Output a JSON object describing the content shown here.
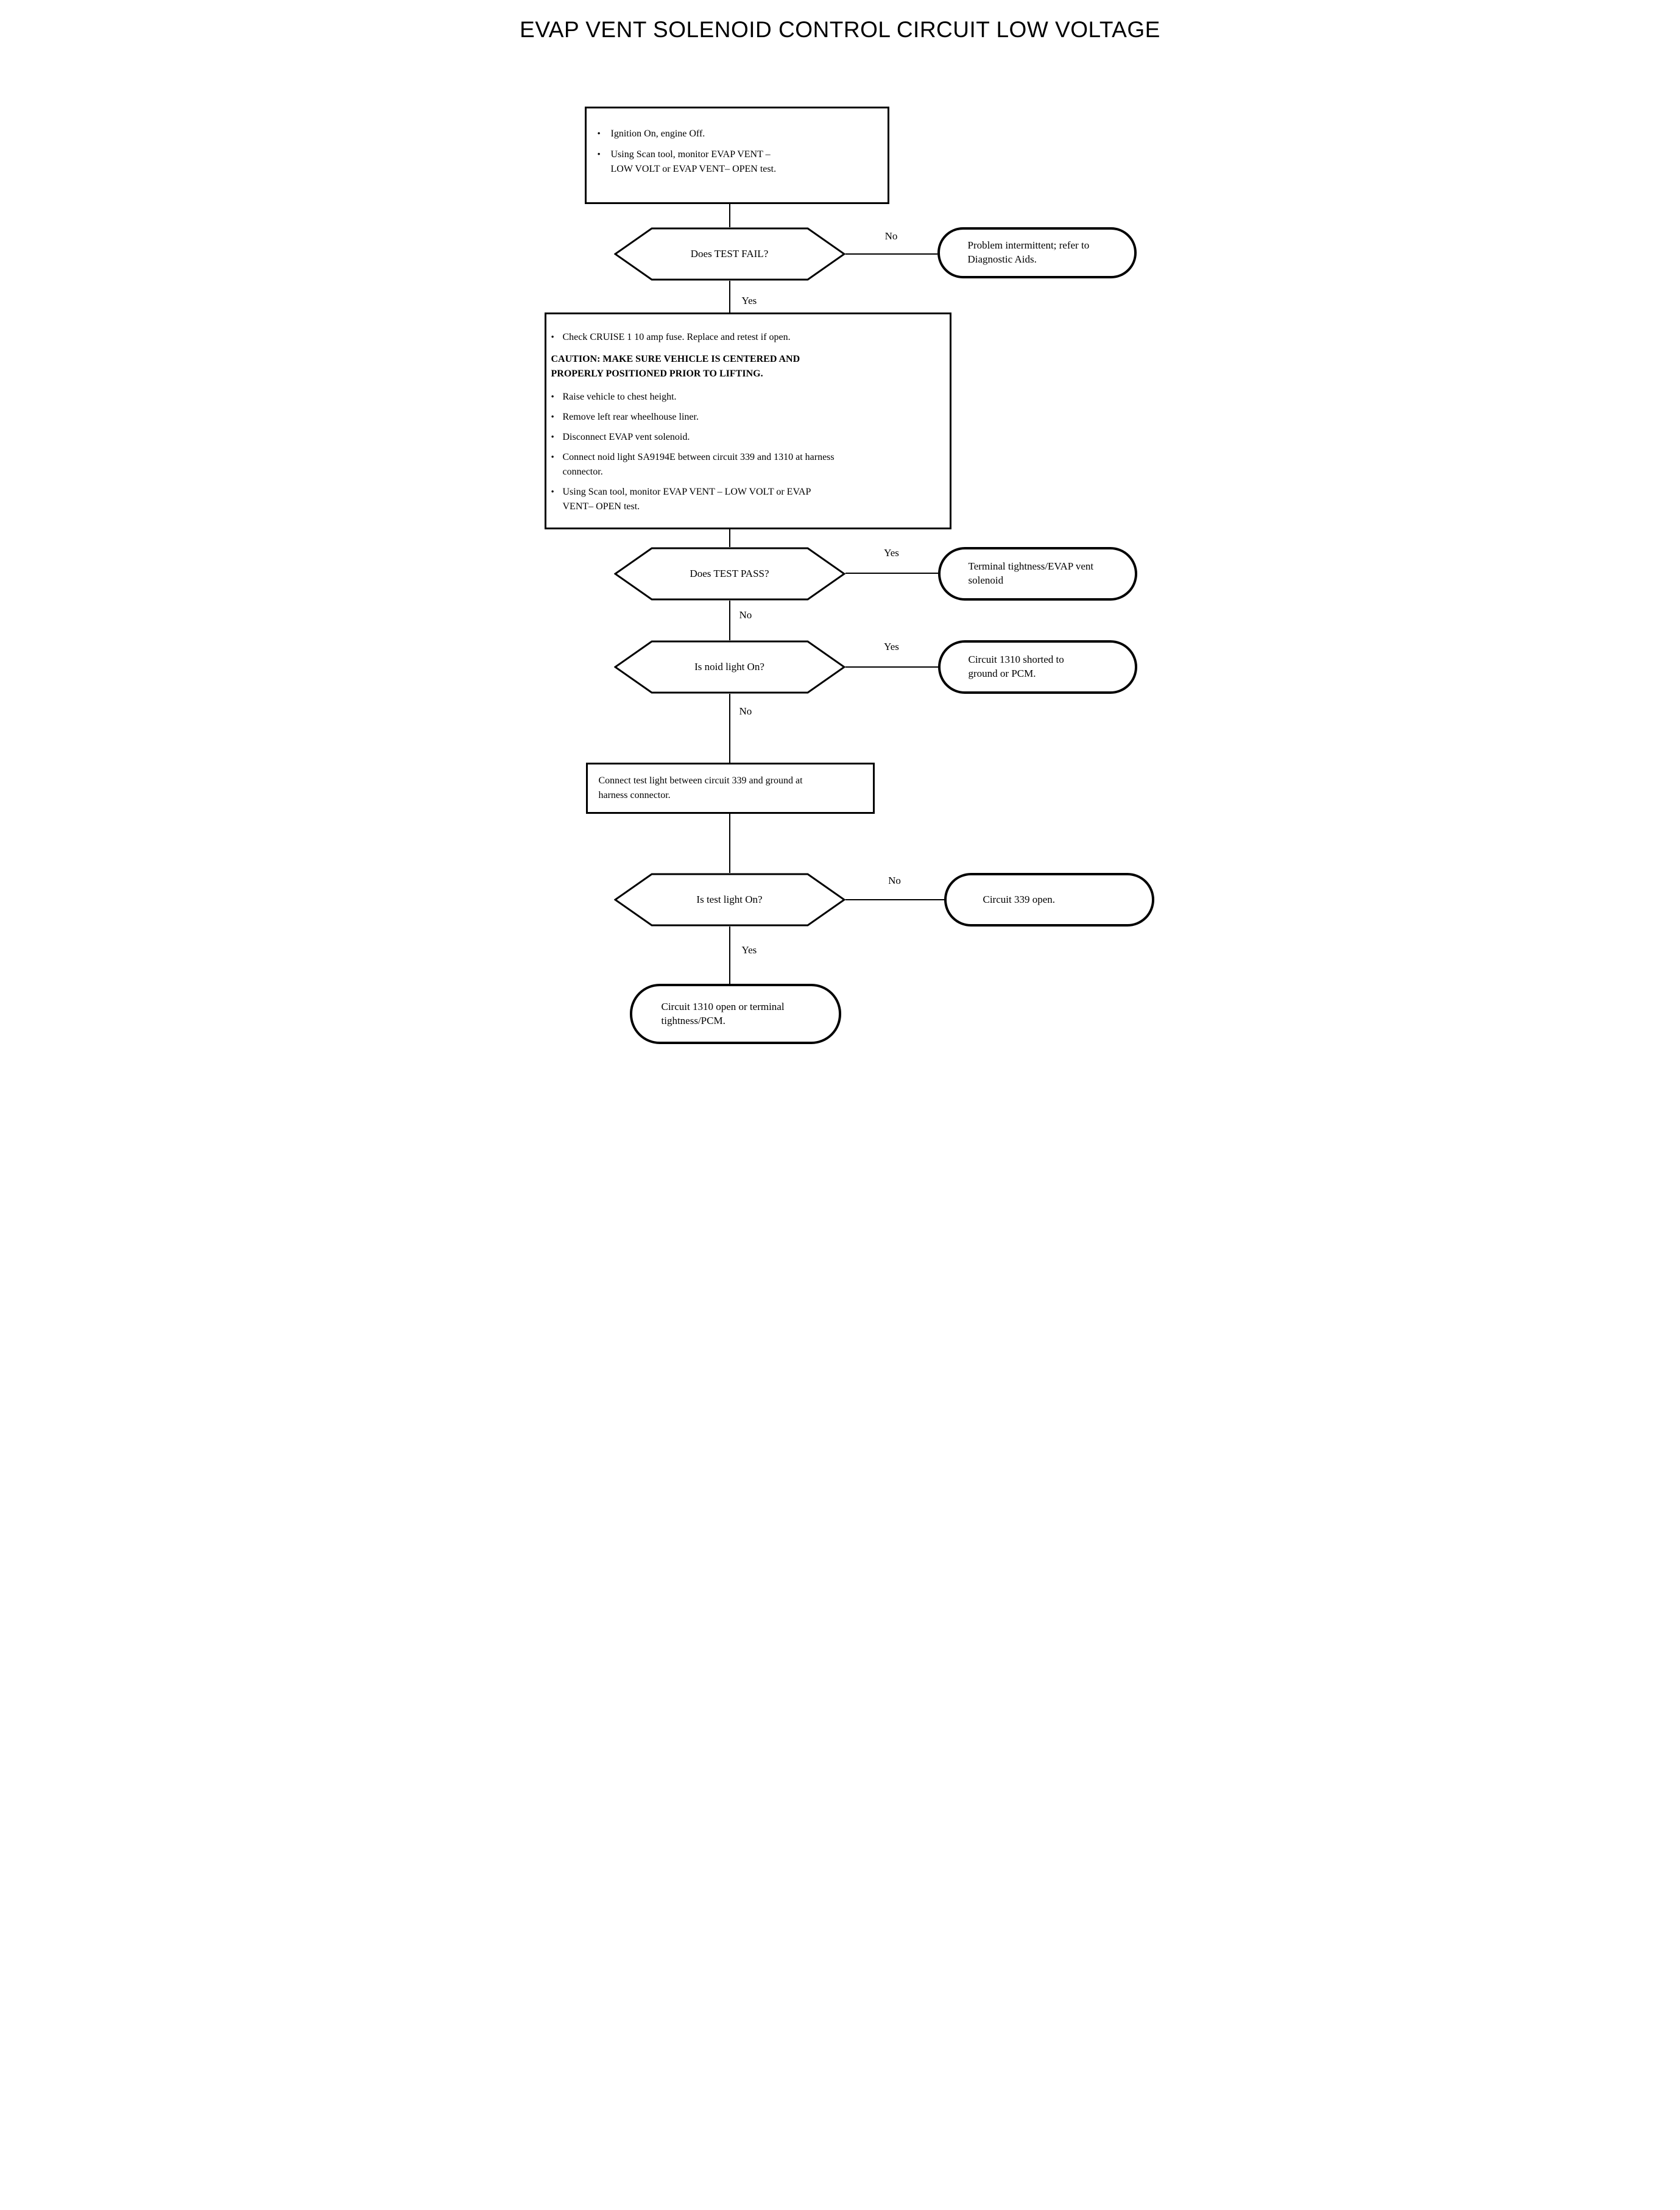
{
  "page": {
    "title": "EVAP VENT SOLENOID CONTROL CIRCUIT LOW VOLTAGE",
    "ink_color": "#000000",
    "paper_color": "#ffffff"
  },
  "labels": {
    "yes": "Yes",
    "no": "No"
  },
  "nodes": {
    "step1": {
      "bullets": [
        "Ignition On, engine Off.",
        "Using Scan tool, monitor EVAP VENT – LOW VOLT or EVAP VENT– OPEN test."
      ]
    },
    "decision1": {
      "question": "Does TEST FAIL?"
    },
    "result1": {
      "text": "Problem intermittent; refer to Diagnostic Aids."
    },
    "step2": {
      "bullet1": "Check CRUISE 1 10 amp fuse. Replace and retest if open.",
      "caution": "CAUTION: MAKE SURE VEHICLE IS CENTERED AND PROPERLY POSITIONED PRIOR TO LIFTING.",
      "bullets2": [
        "Raise vehicle to chest height.",
        "Remove left rear wheelhouse liner.",
        "Disconnect EVAP vent solenoid.",
        "Connect noid light SA9194E between circuit 339 and 1310 at harness connector.",
        "Using Scan tool, monitor EVAP VENT – LOW VOLT or EVAP VENT– OPEN test."
      ]
    },
    "decision2": {
      "question": "Does TEST PASS?"
    },
    "result2": {
      "text": "Terminal tightness/EVAP vent solenoid"
    },
    "decision3": {
      "question": "Is noid light On?"
    },
    "result3": {
      "text": "Circuit 1310 shorted to ground or PCM."
    },
    "step3": {
      "text": "Connect test light between circuit 339 and ground at harness connector."
    },
    "decision4": {
      "question": "Is test light On?"
    },
    "result4": {
      "text": "Circuit 339 open."
    },
    "result5": {
      "text": "Circuit 1310 open or terminal tightness/PCM."
    }
  }
}
